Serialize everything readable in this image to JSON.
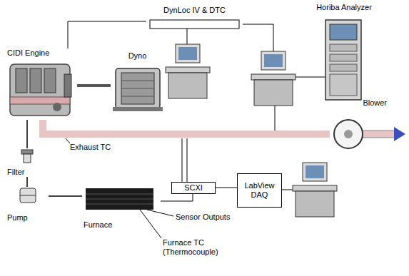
{
  "diagram": {
    "nodes": [
      {
        "text": [
          "CIDI Engine"
        ]
      },
      {
        "text": [
          "Dyno"
        ]
      },
      {
        "text": [
          "DynLoc IV & DTC"
        ]
      },
      {
        "text": [
          "Horiba Analyzer"
        ]
      },
      {
        "text": [
          "Blower"
        ]
      },
      {
        "text": [
          "Filter"
        ]
      },
      {
        "text": [
          "Pump"
        ]
      },
      {
        "text": [
          "Furnace"
        ]
      },
      {
        "text": [
          "SCXI"
        ]
      },
      {
        "text": [
          "LabView DAQ"
        ]
      }
    ],
    "edges": [
      {
        "from": 0,
        "to": 1,
        "arrow": "none"
      },
      {
        "from": 0,
        "to": 2,
        "arrow": "none"
      },
      {
        "from": 0,
        "to": 4,
        "arrow": "none"
      },
      {
        "from": 0,
        "to": 5,
        "arrow": "none"
      },
      {
        "from": 5,
        "to": 6,
        "arrow": "none"
      },
      {
        "from": 6,
        "to": 7,
        "arrow": "none"
      },
      {
        "from": 7,
        "to": 8,
        "arrow": "none"
      },
      {
        "from": 8,
        "to": 9,
        "arrow": "none"
      }
    ],
    "labels": [
      "Exhaust TC",
      "Sensor Outputs",
      "Furnace TC (Thermocouple)"
    ]
  }
}
